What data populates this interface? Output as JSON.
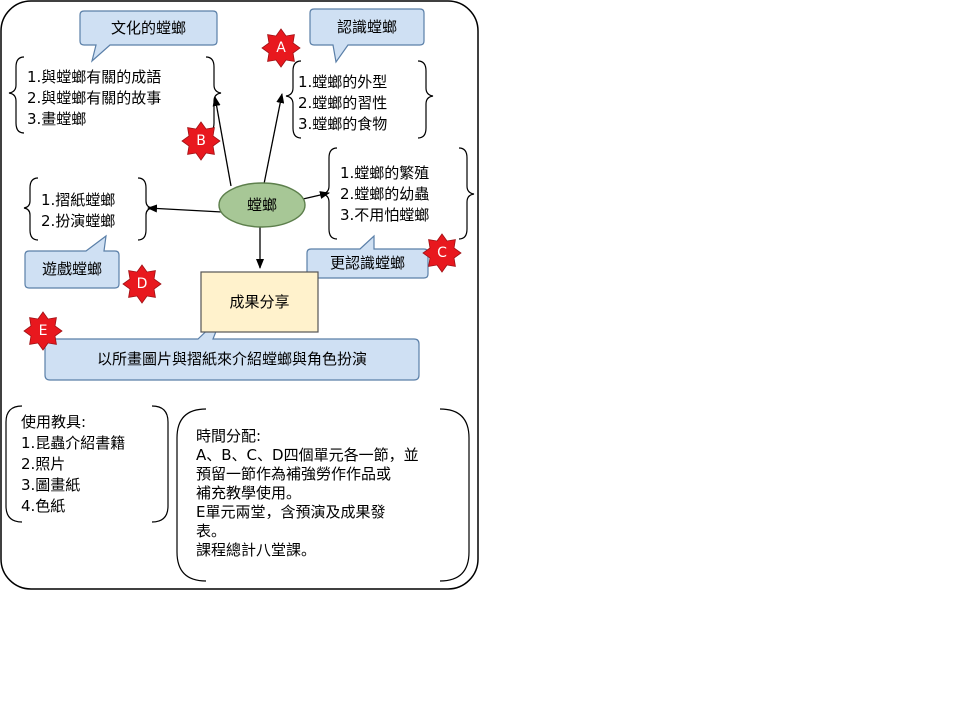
{
  "topic": "螳螂",
  "labels": {
    "culture": "文化的螳螂",
    "know": "認識螳螂",
    "more": "更認識螳螂",
    "game": "遊戲螳螂",
    "share": "成果分享",
    "intro": "以所畫圖片與摺紙來介紹螳螂與角色扮演"
  },
  "markers": {
    "a": "A",
    "b": "B",
    "c": "C",
    "d": "D",
    "e": "E"
  },
  "lists": {
    "culture": [
      "1.與螳螂有關的成語",
      "2.與螳螂有關的故事",
      "3.畫螳螂"
    ],
    "know": [
      "1.螳螂的外型",
      "2.螳螂的習性",
      "3.螳螂的食物"
    ],
    "more": [
      "1.螳螂的繁殖",
      "2.螳螂的幼蟲",
      "3.不用怕螳螂"
    ],
    "game": [
      "1.摺紙螳螂",
      "2.扮演螳螂"
    ]
  },
  "tools": {
    "title": "使用教具:",
    "items": [
      "1.昆蟲介紹書籍",
      "2.照片",
      "3.圖畫紙",
      "4.色紙"
    ]
  },
  "time": {
    "title": "時間分配:",
    "lines": [
      "A、B、C、D四個單元各一節，並",
      "預留一節作為補強勞作作品或",
      "補充教學使用。",
      "E單元兩堂，含預演及成果發",
      "表。",
      "課程總計八堂課。"
    ]
  },
  "colors": {
    "callout_fill": "#cfe0f3",
    "callout_stroke": "#5a7fa8",
    "topic_fill": "#a7c796",
    "topic_stroke": "#5d7f4c",
    "share_fill": "#fff2cc",
    "share_stroke": "#555555",
    "marker_fill": "#e8181e"
  }
}
